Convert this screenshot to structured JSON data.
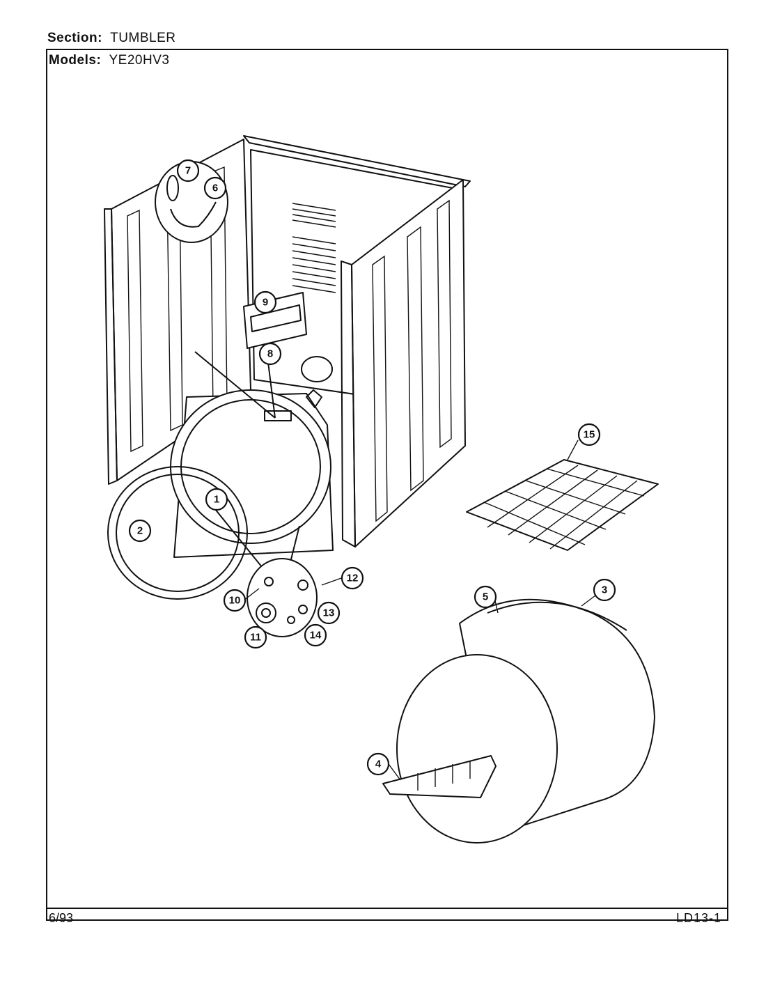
{
  "header": {
    "section_label": "Section:",
    "section_value": "TUMBLER",
    "models_label": "Models:",
    "models_value": "YE20HV3"
  },
  "footer": {
    "date": "6/93",
    "code": "LD13-1"
  },
  "callouts": [
    {
      "id": "c1",
      "label": "1"
    },
    {
      "id": "c2",
      "label": "2"
    },
    {
      "id": "c3",
      "label": "3"
    },
    {
      "id": "c4",
      "label": "4"
    },
    {
      "id": "c5",
      "label": "5"
    },
    {
      "id": "c6",
      "label": "6"
    },
    {
      "id": "c7",
      "label": "7"
    },
    {
      "id": "c8",
      "label": "8"
    },
    {
      "id": "c9",
      "label": "9"
    },
    {
      "id": "c10",
      "label": "10"
    },
    {
      "id": "c11",
      "label": "11"
    },
    {
      "id": "c12",
      "label": "12"
    },
    {
      "id": "c13",
      "label": "13"
    },
    {
      "id": "c14",
      "label": "14"
    },
    {
      "id": "c15",
      "label": "15"
    }
  ]
}
